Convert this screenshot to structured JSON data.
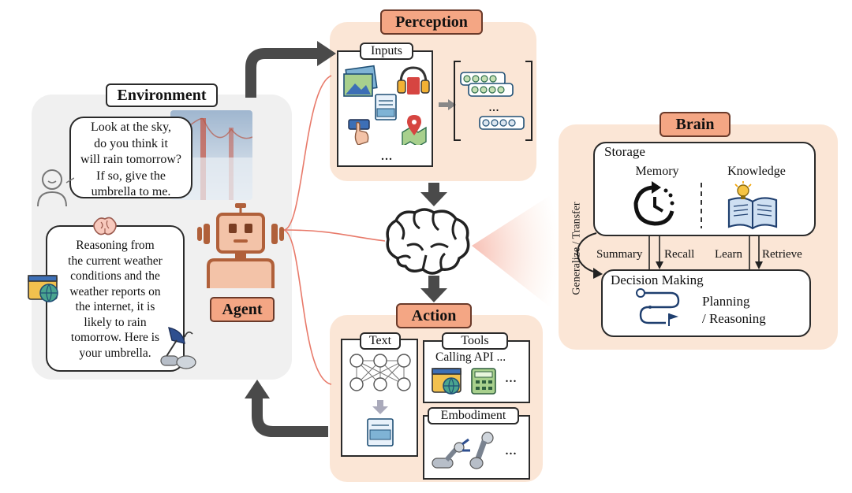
{
  "environment": {
    "title": "Environment",
    "question_lines": [
      "Look at the sky,",
      "do you think it",
      "will rain tomorrow?",
      "If so, give the",
      "umbrella to me."
    ],
    "answer_lines": [
      "Reasoning from",
      "the current weather",
      "conditions and the",
      "weather reports on",
      "the internet, it is",
      "likely to rain",
      "tomorrow. Here is",
      "your umbrella."
    ],
    "agent_label": "Agent"
  },
  "perception": {
    "title": "Perception",
    "inputs_label": "Inputs",
    "ellipsis": "...",
    "token_ellipsis": "..."
  },
  "action": {
    "title": "Action",
    "text_label": "Text",
    "tools_label": "Tools",
    "calling_api": "Calling API ...",
    "tools_ellipsis": "...",
    "embodiment_label": "Embodiment",
    "embodiment_ellipsis": "..."
  },
  "brain": {
    "title": "Brain",
    "storage_label": "Storage",
    "memory_label": "Memory",
    "knowledge_label": "Knowledge",
    "decision_label": "Decision Making",
    "planning_lines": [
      "Planning",
      "/ Reasoning"
    ],
    "summary_label": "Summary",
    "recall_label": "Recall",
    "learn_label": "Learn",
    "retrieve_label": "Retrieve",
    "generalize_label": "Generalize / Transfer"
  },
  "colors": {
    "panel_peach": "#fbe6d6",
    "panel_gray": "#f0f0f0",
    "title_orange": "#f4a684",
    "arrow_gray": "#4a4a4a",
    "line_red": "#e87a6a",
    "agent_brown": "#b0603a"
  }
}
